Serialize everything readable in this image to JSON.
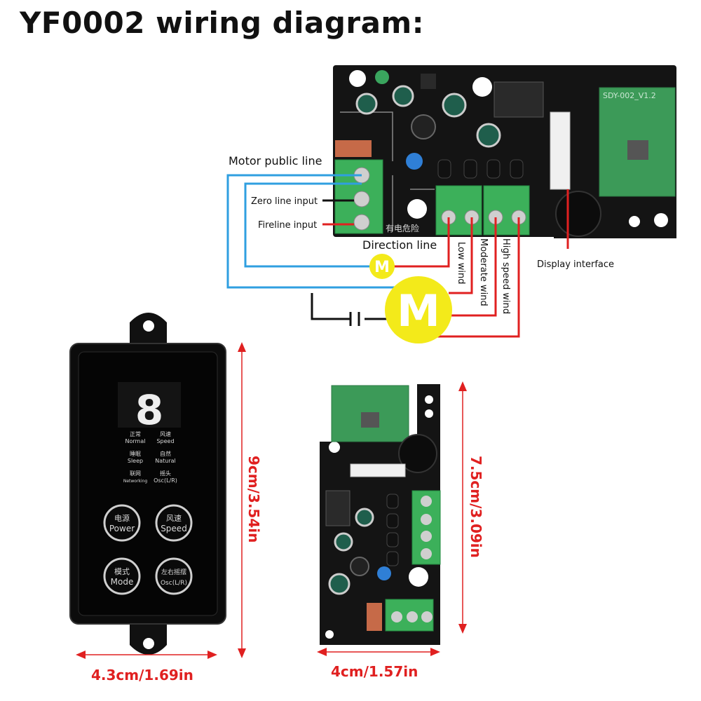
{
  "title": "YF0002 wiring diagram:",
  "labels": {
    "motor_public_line": "Motor public line",
    "zero_line_input": "Zero line input",
    "fireline_input": "Fireline input",
    "direction_line": "Direction line",
    "low_wind": "Low wind",
    "moderate_wind": "Moderate wind",
    "high_speed_wind": "High speed wind",
    "display_interface": "Display interface",
    "motor_small": "M",
    "motor_large": "M"
  },
  "board": {
    "module_label": "SDY-002_V1.2",
    "warning_text": "有电危险"
  },
  "remote": {
    "digit": "8",
    "modes": [
      {
        "cn": "正常",
        "en": "Normal"
      },
      {
        "cn": "风速",
        "en": "Speed"
      },
      {
        "cn": "睡眠",
        "en": "Sleep"
      },
      {
        "cn": "自然",
        "en": "Natural"
      },
      {
        "cn": "联网",
        "en": "Networking"
      },
      {
        "cn": "摇头",
        "en": "Osc(L/R)"
      }
    ],
    "buttons": [
      {
        "cn": "电源",
        "en": "Power"
      },
      {
        "cn": "风速",
        "en": "Speed"
      },
      {
        "cn": "模式",
        "en": "Mode"
      },
      {
        "cn": "左右摇摆",
        "en": "Osc(L/R)"
      }
    ]
  },
  "dimensions": {
    "remote_height": "9cm/3.54in",
    "remote_width": "4.3cm/1.69in",
    "board_height": "7.5cm/3.09in",
    "board_width": "4cm/1.57in"
  }
}
